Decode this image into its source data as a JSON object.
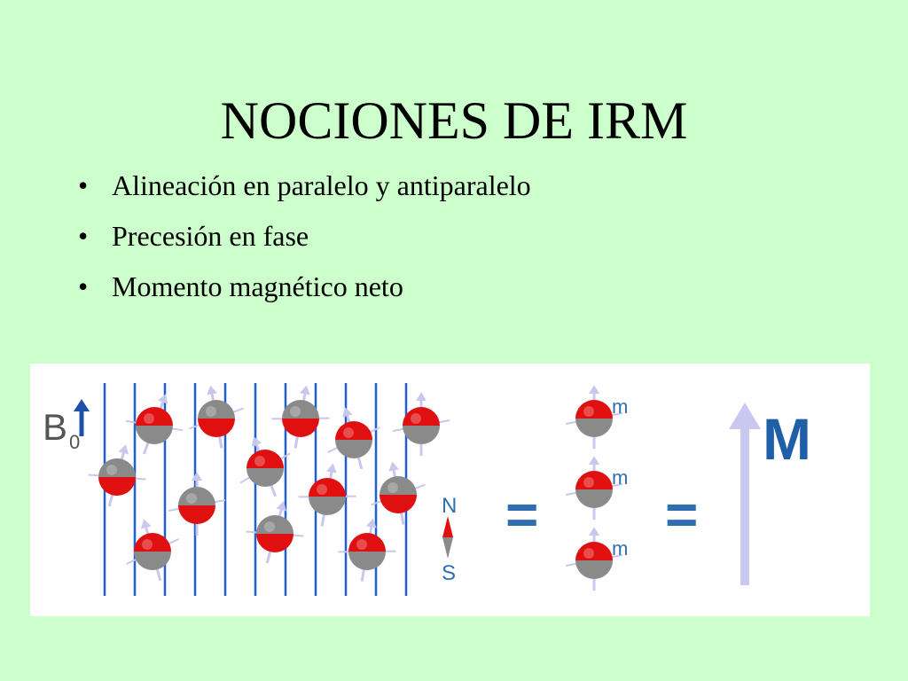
{
  "slide": {
    "title": "NOCIONES DE IRM",
    "bullets": [
      "Alineación en paralelo y antiparalelo",
      "Precesión en fase",
      "Momento magnético neto"
    ]
  },
  "figure": {
    "field_label": "B",
    "field_subscript": "0",
    "compass_north": "N",
    "compass_south": "S",
    "moment_label": "m",
    "net_label": "M",
    "equals": "=",
    "colors": {
      "background": "#ccffcc",
      "field_lines": "#1f5fd6",
      "proton_red": "#e01010",
      "proton_gray": "#8a8a8a",
      "spin_arrows": "#c8c8ec",
      "equals_sign": "#2f6faf",
      "net_vector": "#c8c8f0",
      "net_label": "#1f5fa8",
      "b0_arrow": "#1f4fa8"
    }
  }
}
